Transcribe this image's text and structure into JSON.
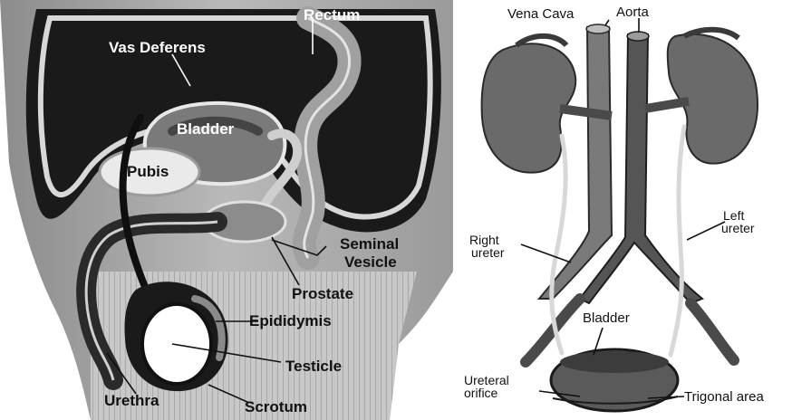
{
  "left_panel": {
    "labels": {
      "rectum": "Rectum",
      "vas_deferens": "Vas Deferens",
      "bladder": "Bladder",
      "pubis": "Pubis",
      "seminal_vesicle_line1": "Seminal",
      "seminal_vesicle_line2": "Vesicle",
      "prostate": "Prostate",
      "epididymis": "Epididymis",
      "testicle": "Testicle",
      "urethra": "Urethra",
      "scrotum": "Scrotum"
    }
  },
  "right_panel": {
    "labels": {
      "vena_cava": "Vena Cava",
      "aorta": "Aorta",
      "left_ureter_line1": "Left",
      "left_ureter_line2": "ureter",
      "right_ureter_line1": "Right",
      "right_ureter_line2": "ureter",
      "bladder": "Bladder",
      "ureteral_orifice_line1": "Ureteral",
      "ureteral_orifice_line2": "orifice",
      "trigonal_area": "Trigonal area"
    }
  }
}
